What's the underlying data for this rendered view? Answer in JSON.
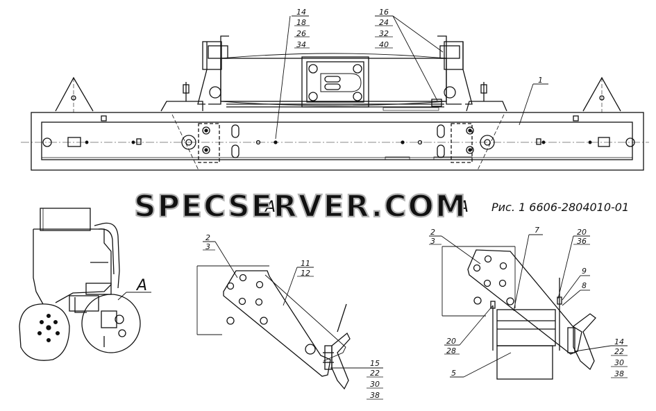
{
  "watermark": "SPECSERVER.COM",
  "caption": "Рис. 1  6606-2804010-01",
  "view_letters": {
    "side_view": "A",
    "view_left": "A",
    "view_right": "A"
  },
  "callouts": {
    "top_left": [
      "14",
      "18",
      "26",
      "34"
    ],
    "top_right": [
      "16",
      "24",
      "32",
      "40"
    ],
    "top_item": "1",
    "mid_left_a": [
      "2",
      "3"
    ],
    "mid_left_b": [
      "11",
      "12"
    ],
    "mid_left_c": [
      "15",
      "22",
      "30",
      "38"
    ],
    "mid_right_a": [
      "2",
      "3"
    ],
    "mid_right_b": "7",
    "mid_right_c": [
      "20",
      "36"
    ],
    "mid_right_d": "9",
    "mid_right_e": "8",
    "mid_right_f": [
      "20",
      "28"
    ],
    "mid_right_g": "5",
    "mid_right_h": [
      "14",
      "22",
      "30",
      "38"
    ]
  }
}
